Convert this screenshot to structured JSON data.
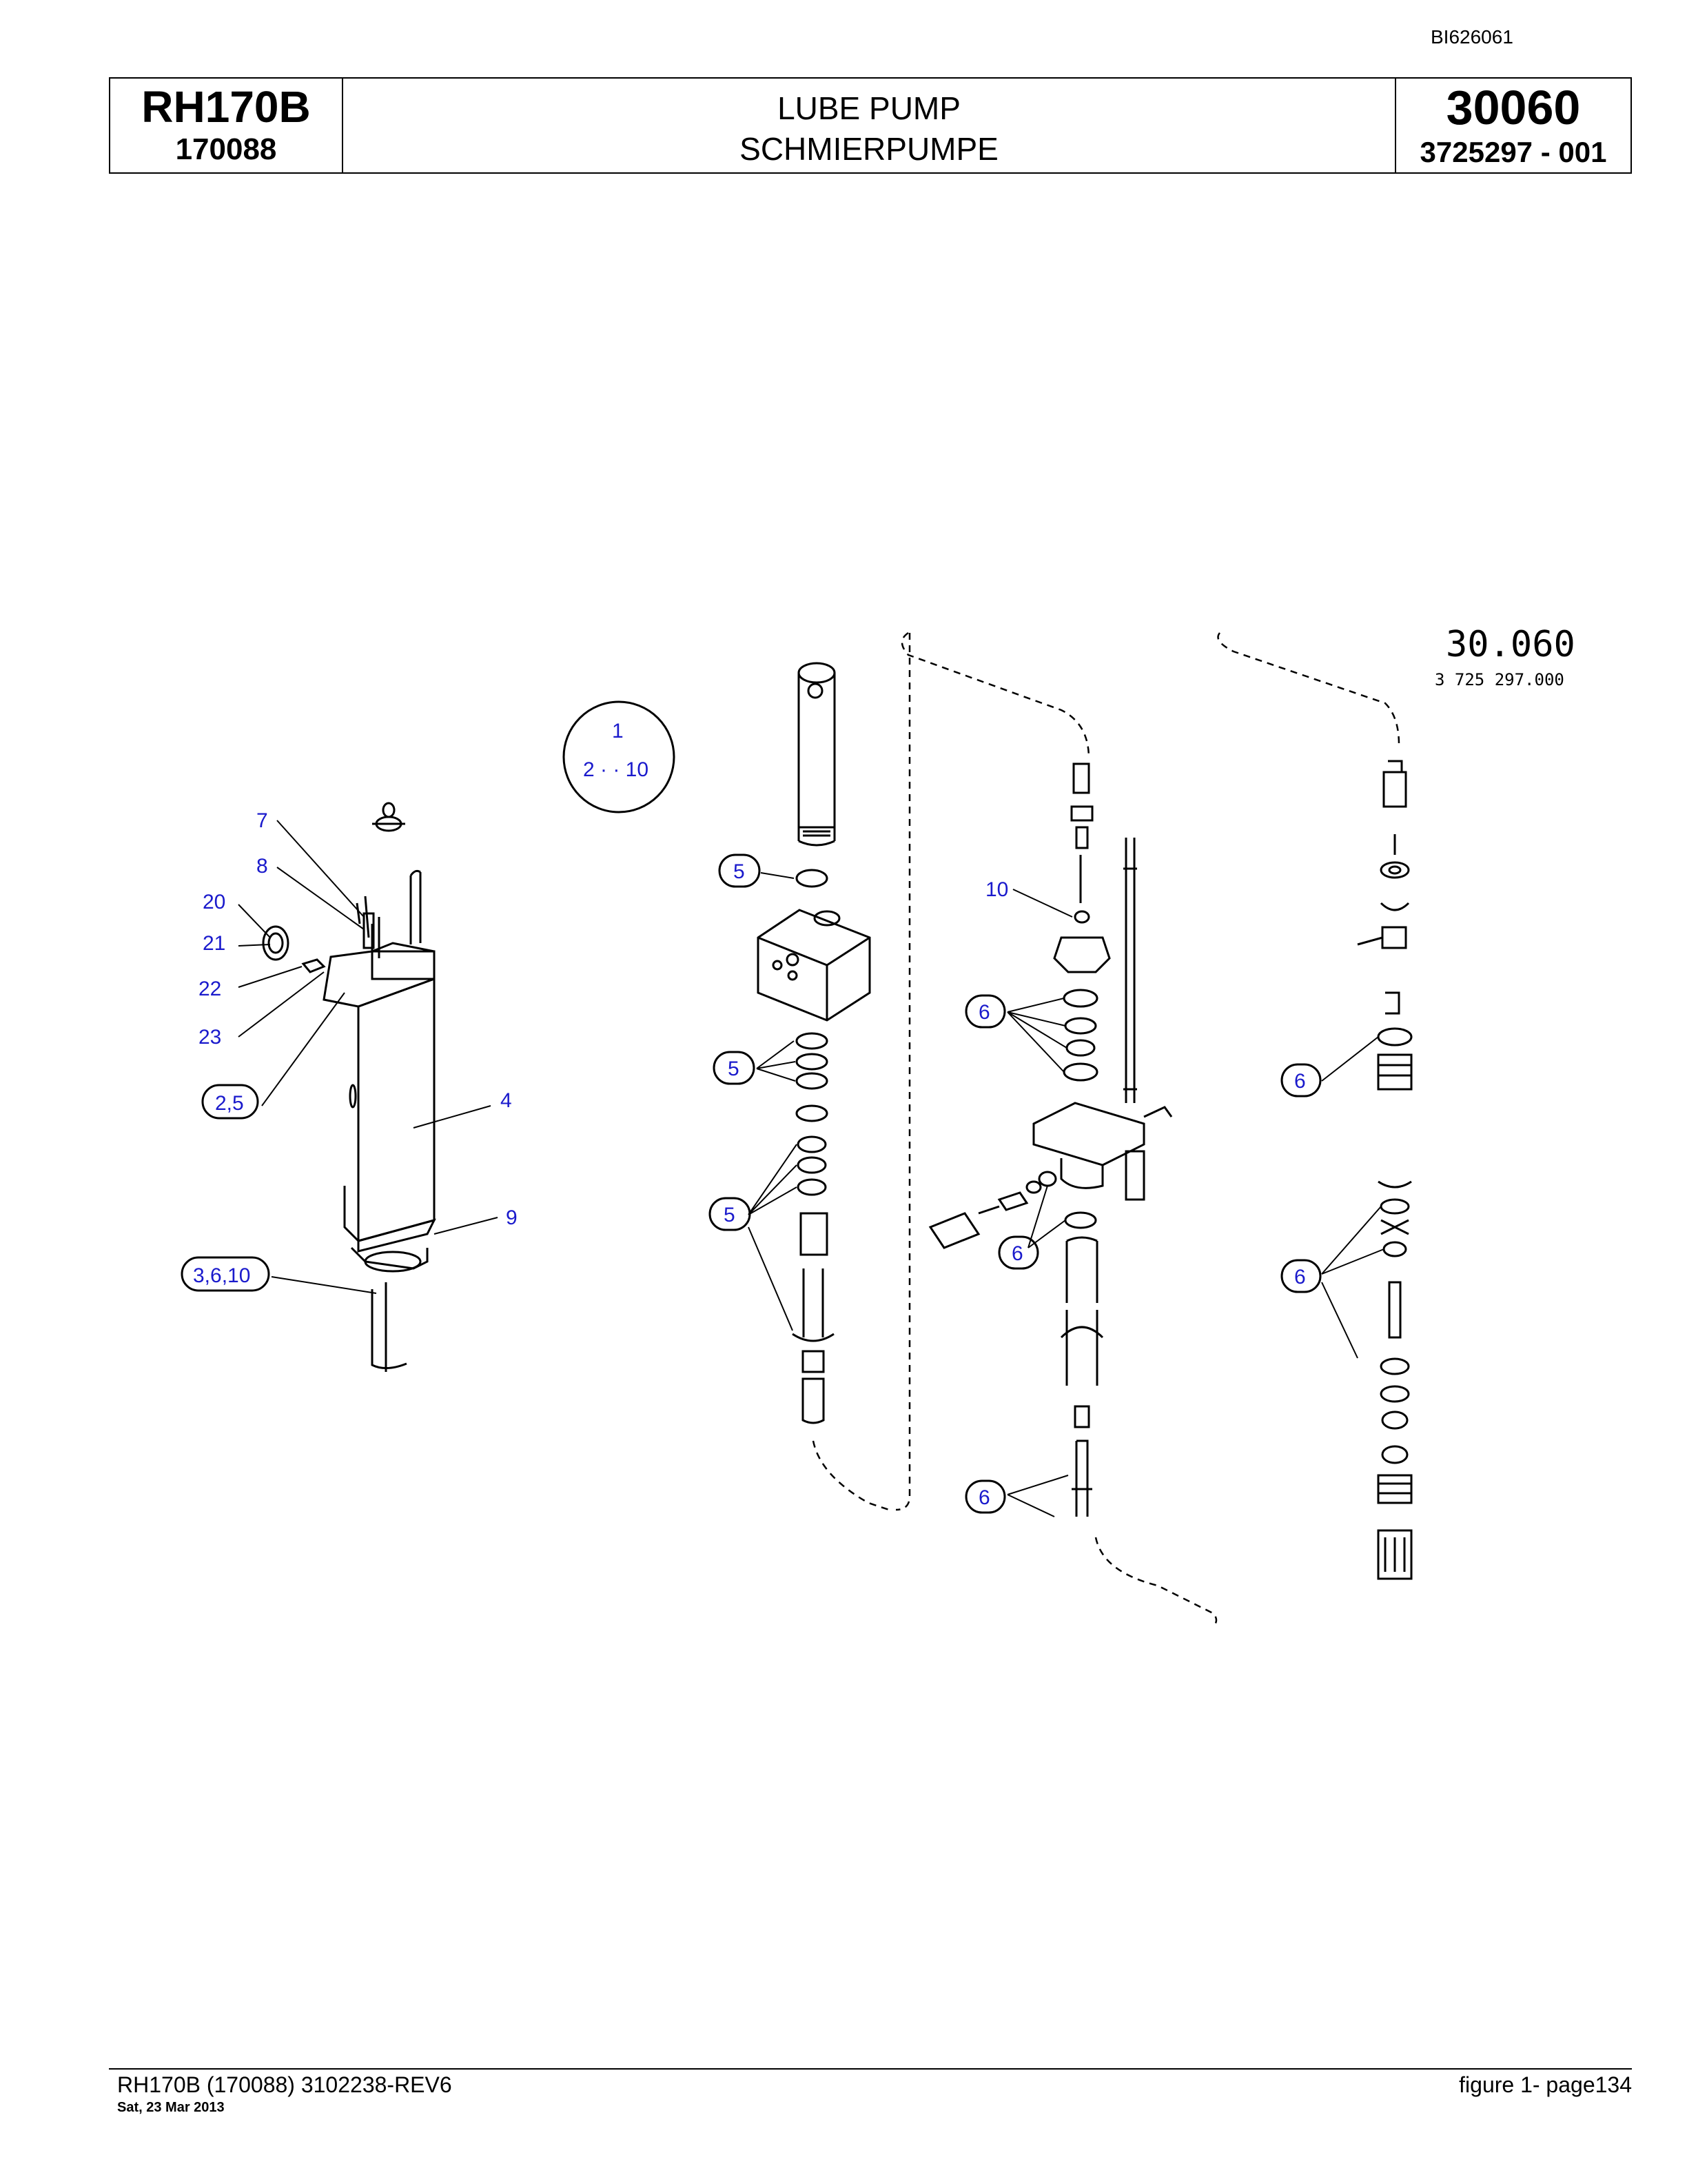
{
  "document_id": "BI626061",
  "header": {
    "model": "RH170B",
    "serial": "170088",
    "title_en": "LUBE PUMP",
    "title_de": "SCHMIERPUMPE",
    "figure_number": "30060",
    "part_number": "3725297  - 001"
  },
  "diagram": {
    "drawing_number": "30.060",
    "drawing_ref": "3 725 297.000",
    "callouts": {
      "c1": "1",
      "c2_10": "2 · · 10",
      "c7": "7",
      "c8": "8",
      "c20": "20",
      "c21": "21",
      "c22": "22",
      "c23": "23",
      "c2_5": "2,5",
      "c4": "4",
      "c9": "9",
      "c3_6_10": "3,6,10",
      "c5a": "5",
      "c5b": "5",
      "c5c": "5",
      "c10": "10",
      "c6a": "6",
      "c6b": "6",
      "c6c": "6",
      "c6d": "6",
      "c6e": "6"
    }
  },
  "footer": {
    "left": "RH170B (170088) 3102238-REV6",
    "date": "Sat, 23 Mar 2013",
    "right": "figure  1- page134"
  }
}
